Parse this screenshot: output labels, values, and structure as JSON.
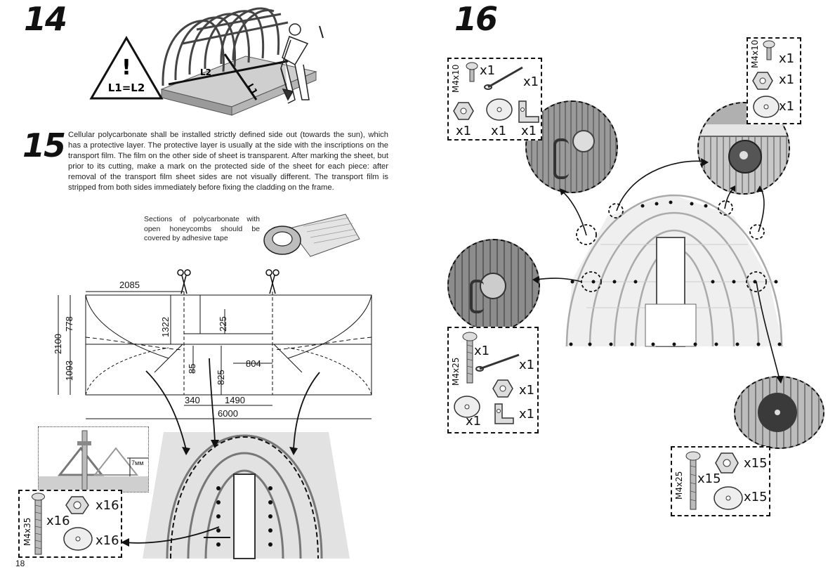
{
  "left_page": {
    "step14": {
      "number": "14",
      "sign_exclamation": "!",
      "sign_text": "L1=L2",
      "label_l1": "L1",
      "label_l2": "L2"
    },
    "step15": {
      "number": "15",
      "text": "Cellular polycarbonate shall be installed strictly defined side out (towards the sun), which has a protective layer. The protective layer is usually at the side with the inscriptions on the transport film. The film on the other side of sheet is transparent. After marking the sheet, but prior to its cutting, make a mark on the protected side of the sheet for each piece: after removal of the transport film sheet sides are not visually different. The transport film is stripped from both sides immediately before fixing the cladding on the frame.",
      "tape_note": "Sections of polycarbonate with open honeycombs should be covered by adhesive tape"
    },
    "dimensions": {
      "d2085": "2085",
      "d1322": "1322",
      "d225": "225",
      "d778": "778",
      "d2100": "2100",
      "d1093": "1093",
      "d85": "85",
      "d825": "825",
      "d804": "804",
      "d340": "340",
      "d1490": "1490",
      "d6000": "6000"
    },
    "detail_gap": "7мм",
    "kit_m4x35": {
      "label": "M4x35",
      "bolt_qty": "x16",
      "nut_qty": "x16",
      "washer_qty": "x16"
    },
    "page_number": "18"
  },
  "right_page": {
    "step16": {
      "number": "16"
    },
    "kit_a": {
      "label": "M4x10",
      "bolt_qty": "x1",
      "rod_qty": "x1",
      "nut_qty": "x1",
      "washer_qty": "x1",
      "bracket_qty": "x1"
    },
    "kit_b": {
      "label": "M4x10",
      "bolt_qty": "x1",
      "nut_qty": "x1",
      "washer_qty": "x1"
    },
    "kit_c": {
      "label": "M4x25",
      "bolt_qty": "x1",
      "rod_qty": "x1",
      "nut_qty": "x1",
      "washer_qty": "x1",
      "bracket_qty": "x1"
    },
    "kit_d": {
      "label": "M4x25",
      "bolt_qty": "x15",
      "nut_qty": "x15",
      "washer_qty": "x15"
    }
  }
}
